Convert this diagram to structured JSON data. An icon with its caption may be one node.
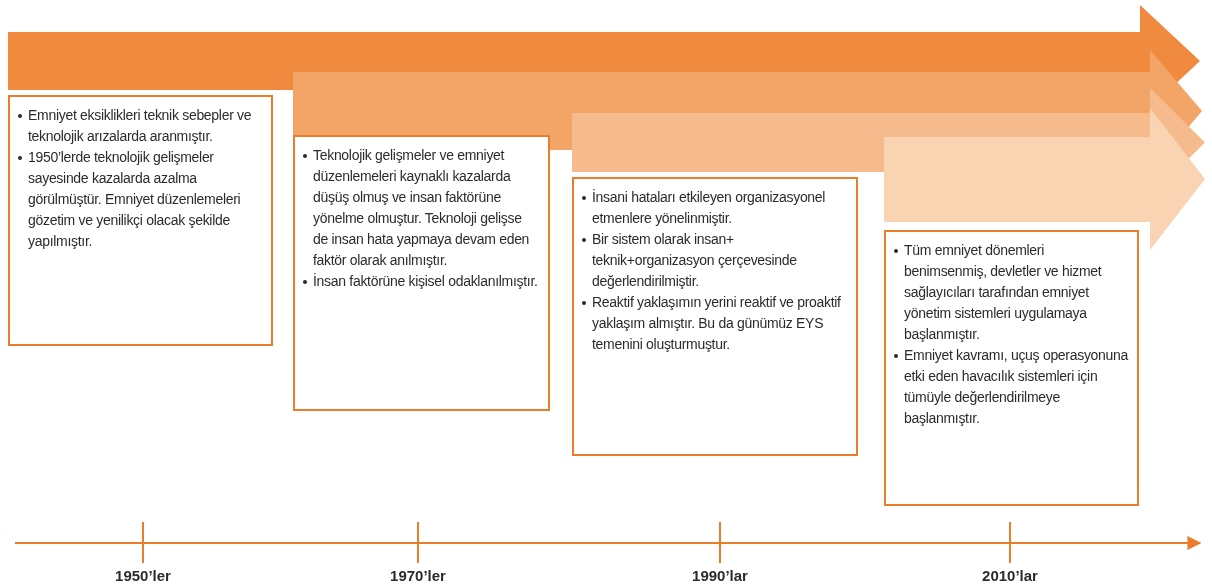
{
  "diagram": {
    "nodes": [
      {
        "text": [
          "Emniyet eksiklikleri teknik sebepler ve teknolojik arızalarda aranmıştır.",
          "1950’lerde teknolojik gelişmeler sayesinde kazalarda azalma görülmüştür. Emniyet düzenlemeleri gözetim ve yenilikçi olacak şekilde yapılmıştır."
        ]
      },
      {
        "text": [
          "Teknolojik gelişmeler ve emniyet düzenlemeleri kaynaklı kazalarda düşüş olmuş ve insan faktörüne yönelme olmuştur. Teknoloji gelişse de insan hata yapmaya devam eden faktör olarak anılmıştır.",
          "İnsan faktörüne kişisel odaklanılmıştır."
        ]
      },
      {
        "text": [
          "İnsani hataları etkileyen organizasyonel etmenlere yönelinmiştir.",
          "Bir sistem olarak insan+ teknik+organizasyon çerçevesinde değerlendirilmiştir.",
          "Reaktif yaklaşımın yerini reaktif ve proaktif yaklaşım almıştır. Bu da günümüz EYS temenini oluşturmuştur."
        ]
      },
      {
        "text": [
          "Tüm emniyet dönemleri benimsenmiş, devletler ve hizmet sağlayıcıları tarafından emniyet yönetim sistemleri uygulamaya başlanmıştır.",
          "Emniyet kavramı, uçuş operasyonuna etki eden havacılık sistemleri için tümüyle değerlendirilmeye başlanmıştır."
        ]
      }
    ],
    "labels": [
      "1950’ler",
      "1970’ler",
      "1990’lar",
      "2010’lar"
    ]
  }
}
